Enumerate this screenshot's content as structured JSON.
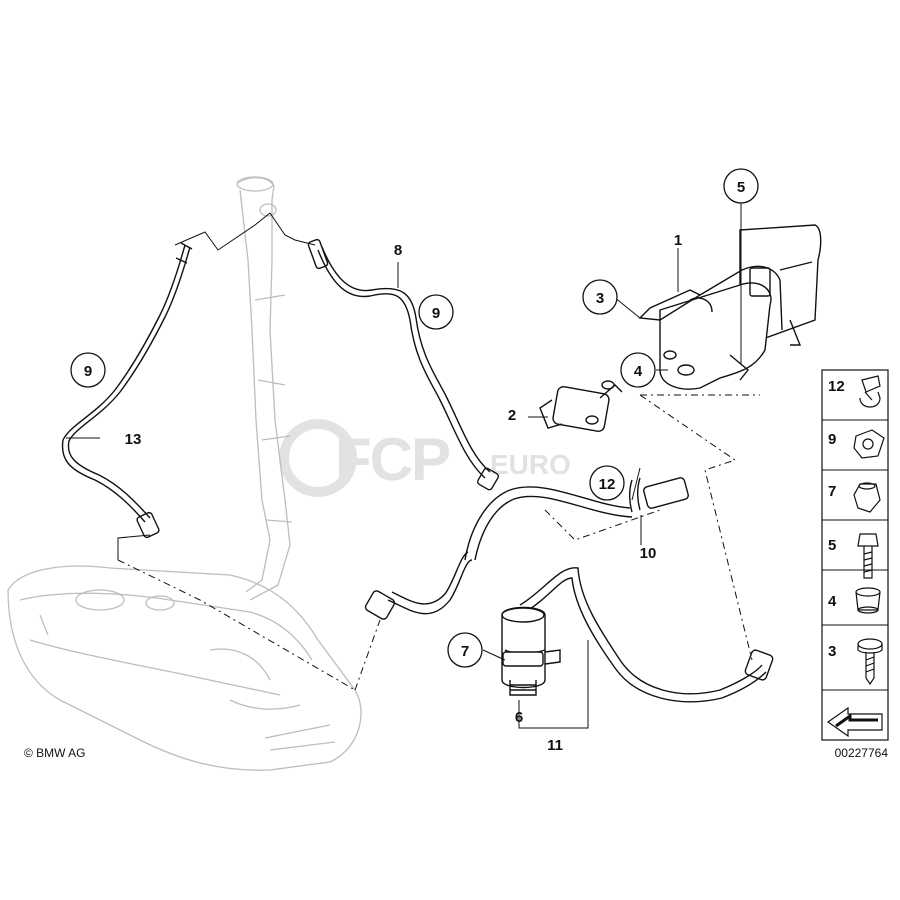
{
  "watermark": {
    "brand": "FCP",
    "suffix": "EURO"
  },
  "callouts": {
    "c1": "1",
    "c2": "2",
    "c3": "3",
    "c4": "4",
    "c5": "5",
    "c6": "6",
    "c7": "7",
    "c8": "8",
    "c9a": "9",
    "c9b": "9",
    "c10": "10",
    "c11": "11",
    "c12": "12",
    "c13": "13"
  },
  "side_panel": {
    "items": [
      {
        "label": "12",
        "icon": "hose-clip-icon"
      },
      {
        "label": "9",
        "icon": "clip-nut-icon"
      },
      {
        "label": "7",
        "icon": "hex-nut-icon"
      },
      {
        "label": "5",
        "icon": "hex-bolt-icon"
      },
      {
        "label": "4",
        "icon": "rubber-grommet-icon"
      },
      {
        "label": "3",
        "icon": "screw-icon"
      }
    ]
  },
  "footer": {
    "copyright": "© BMW AG",
    "diagram_number": "00227764"
  },
  "colors": {
    "line": "#111111",
    "ghost": "#bdbdbd",
    "watermark": "#e2e2e2"
  }
}
